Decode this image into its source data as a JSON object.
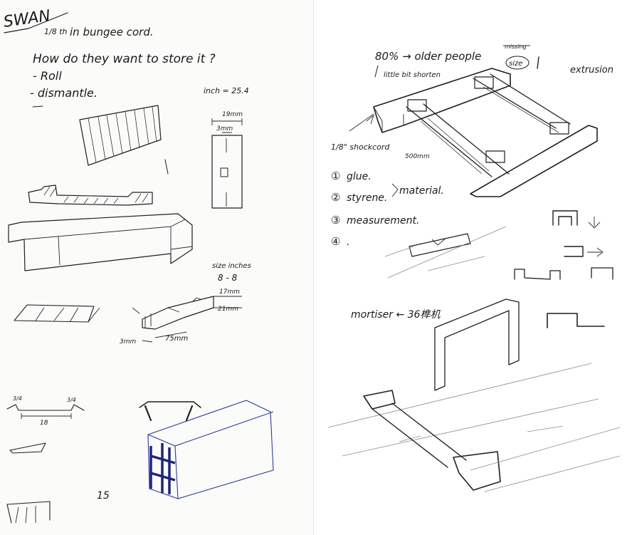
{
  "left_page": {
    "title": "SWAN",
    "fraction": "1/8 th",
    "line1": "in bungee cord.",
    "question": "How do they want to store it ?",
    "option1": "- Roll",
    "option2": "- dismantle.",
    "conversion": "inch = 25.4",
    "dim_top_width": "19mm",
    "dim_top_gap": "3mm",
    "size_label": "size inches",
    "size_value": "8 - 8",
    "dim_side_a": "17mm",
    "dim_side_b": "21mm",
    "dim_bottom_left": "3mm",
    "dim_bottom_len": "75mm",
    "small_dim_left": "3/4",
    "small_dim_right": "3/4",
    "small_dim_len": "18",
    "page_number": "15"
  },
  "right_page": {
    "percent_note": "80% → older people",
    "shorten_note": "little bit shorten",
    "size_circle": "size",
    "size_strike": "missing",
    "extrusion": "extrusion",
    "shockcord": "1/8\" shockcord",
    "dim_500": "500mm",
    "list_items": [
      {
        "num": "①",
        "text": "glue."
      },
      {
        "num": "②",
        "text": "styrene."
      },
      {
        "num": "③",
        "text": "measurement."
      },
      {
        "num": "④",
        "text": "."
      }
    ],
    "material_label": "material.",
    "mortiser": "mortiser ← 36榫机"
  },
  "colors": {
    "ink": "#1f1f1f",
    "blue_ink": "#2d3b9a",
    "paper": "#fbfbfa"
  }
}
